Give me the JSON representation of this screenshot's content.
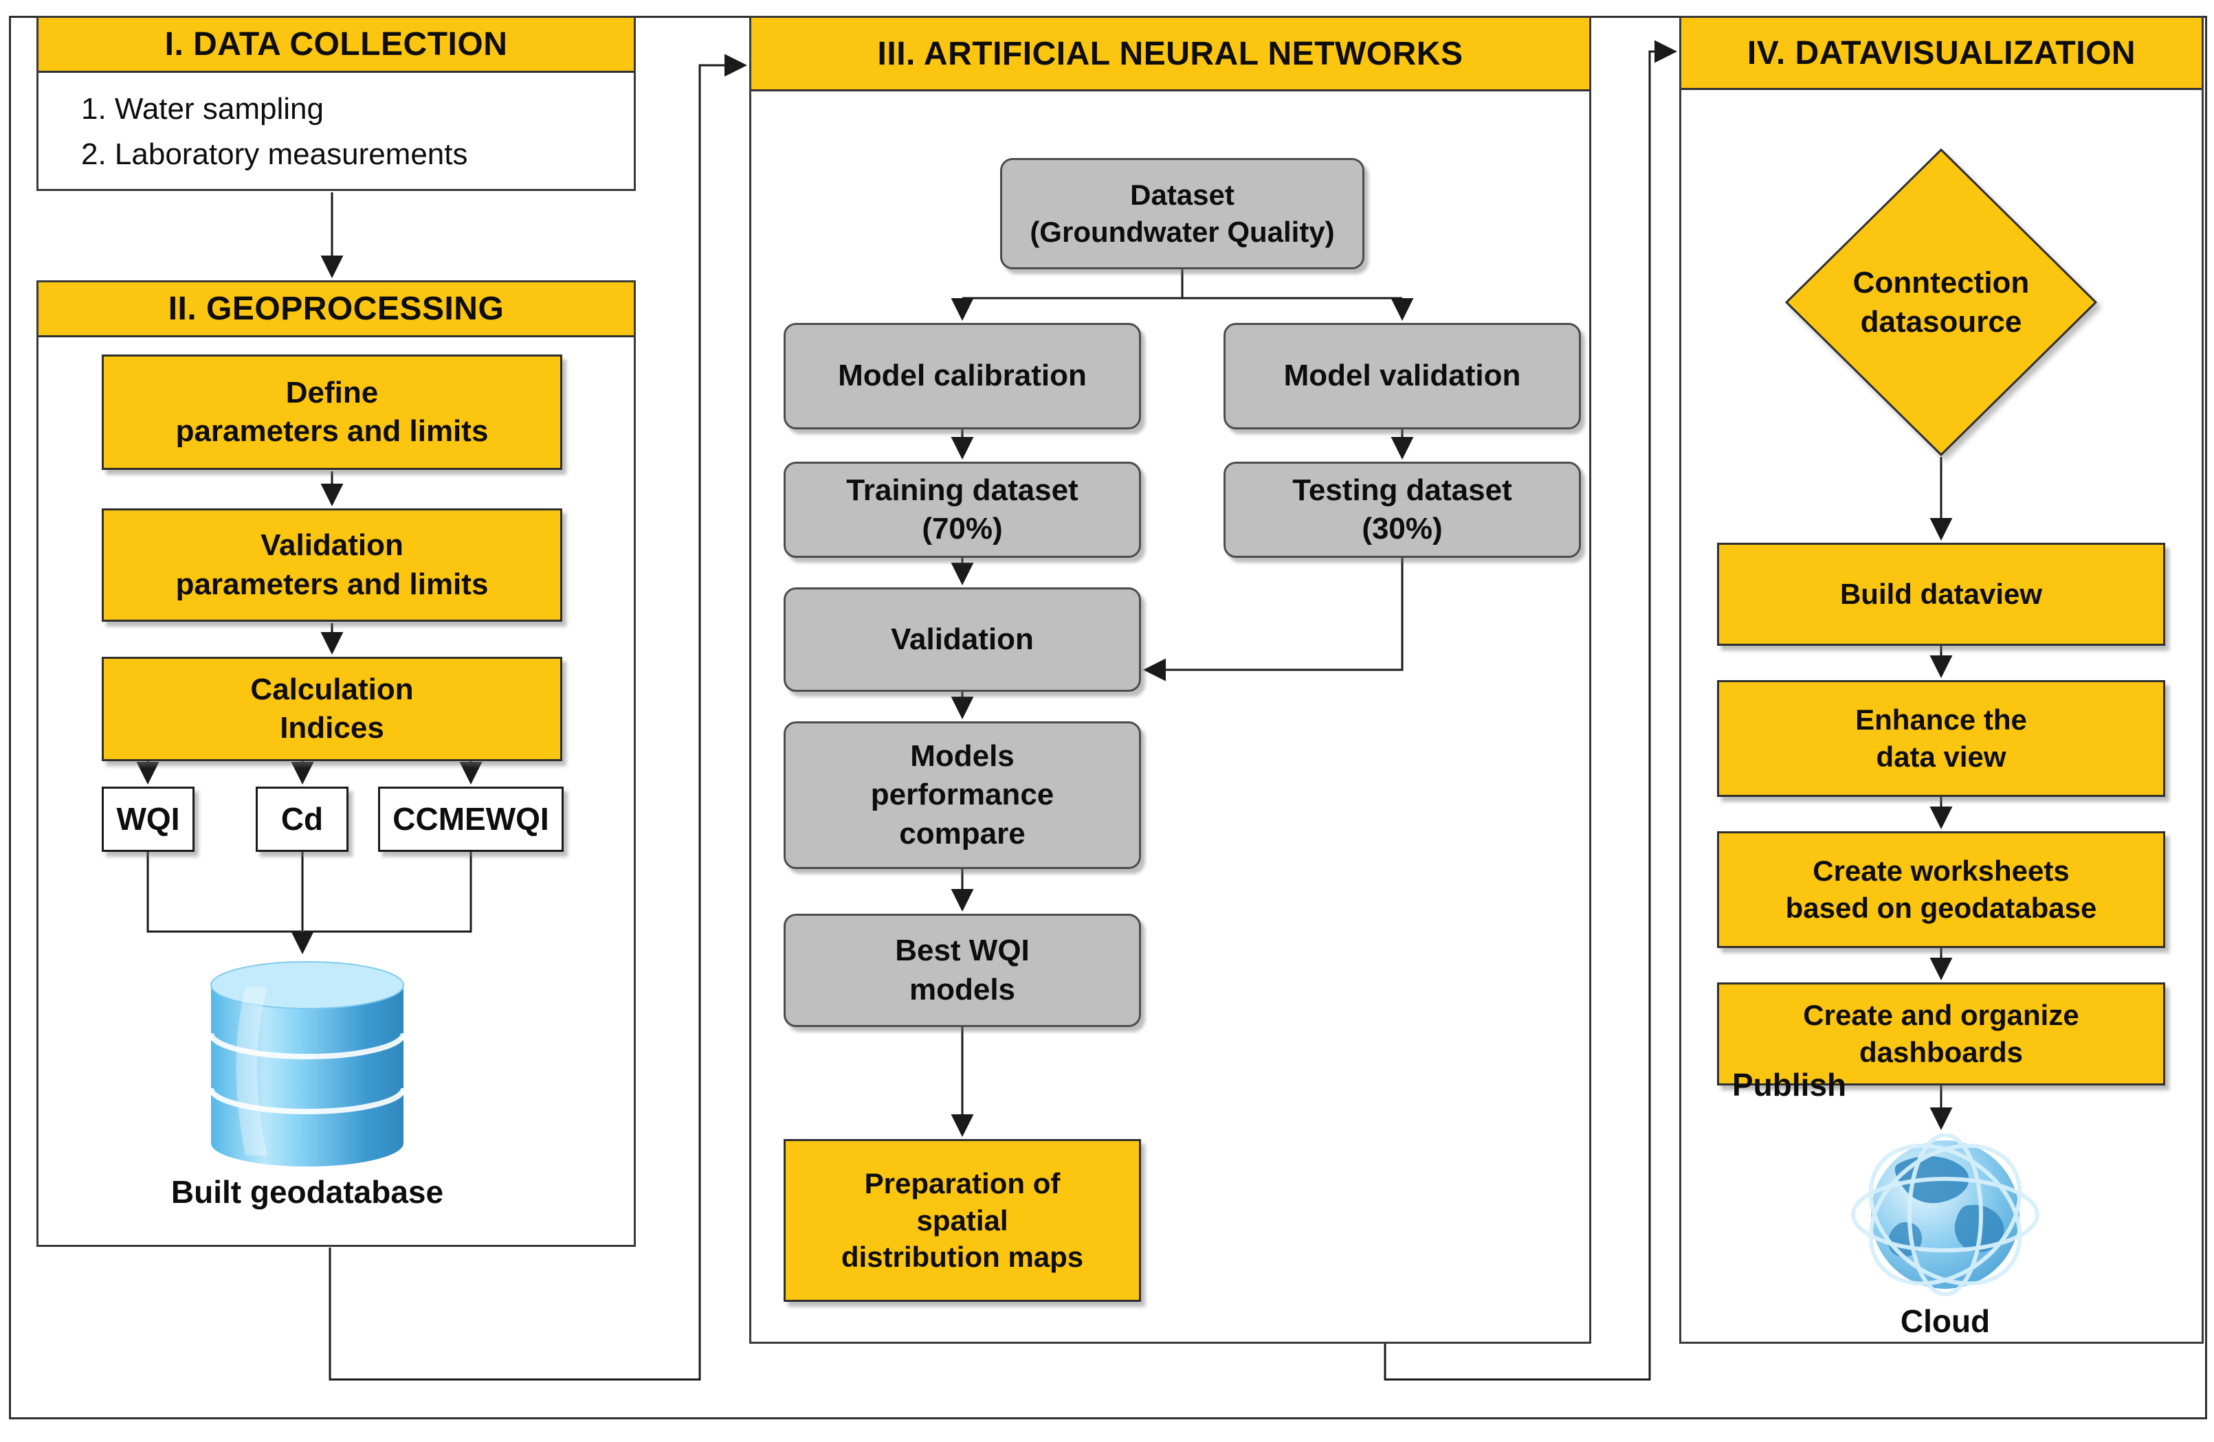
{
  "colors": {
    "section_yellow": "#FCC50F",
    "process_gray": "#BFBFBF",
    "line_black": "#1a1a1a",
    "border_dark": "#2f2f2f",
    "database_blue": "#4FB3E8",
    "globe_blue": "#3D9BD2"
  },
  "icons": {
    "database": "database-cylinder-icon",
    "globe": "globe-icon",
    "arrows": "arrowhead-icon"
  },
  "s1": {
    "header": "I. DATA COLLECTION",
    "items": [
      "1. Water sampling",
      "2. Laboratory measurements"
    ]
  },
  "s2": {
    "header": "II. GEOPROCESSING",
    "define": [
      "Define",
      "parameters and limits"
    ],
    "validation": [
      "Validation",
      "parameters and limits"
    ],
    "calculation": [
      "Calculation",
      "Indices"
    ],
    "indices": [
      "WQI",
      "Cd",
      "CCMEWQI"
    ],
    "db_label": "Built geodatabase"
  },
  "s3": {
    "header": "III. ARTIFICIAL NEURAL NETWORKS",
    "dataset": [
      "Dataset",
      "(Groundwater Quality)"
    ],
    "model_calibration": "Model calibration",
    "model_validation": "Model validation",
    "training": [
      "Training dataset",
      "(70%)"
    ],
    "testing": [
      "Testing dataset",
      "(30%)"
    ],
    "validation": "Validation",
    "models_compare": [
      "Models",
      "performance",
      "compare"
    ],
    "best_models": [
      "Best WQI",
      "models"
    ],
    "preparation": [
      "Preparation of",
      "spatial",
      "distribution maps"
    ]
  },
  "s4": {
    "header": "IV. DATAVISUALIZATION",
    "diamond": [
      "Conntection",
      "datasource"
    ],
    "build": "Build dataview",
    "enhance": [
      "Enhance the",
      "data view"
    ],
    "worksheets": [
      "Create worksheets",
      "based on geodatabase"
    ],
    "dashboards": [
      "Create and organize",
      "dashboards"
    ],
    "publish": "Publish",
    "cloud": "Cloud"
  }
}
